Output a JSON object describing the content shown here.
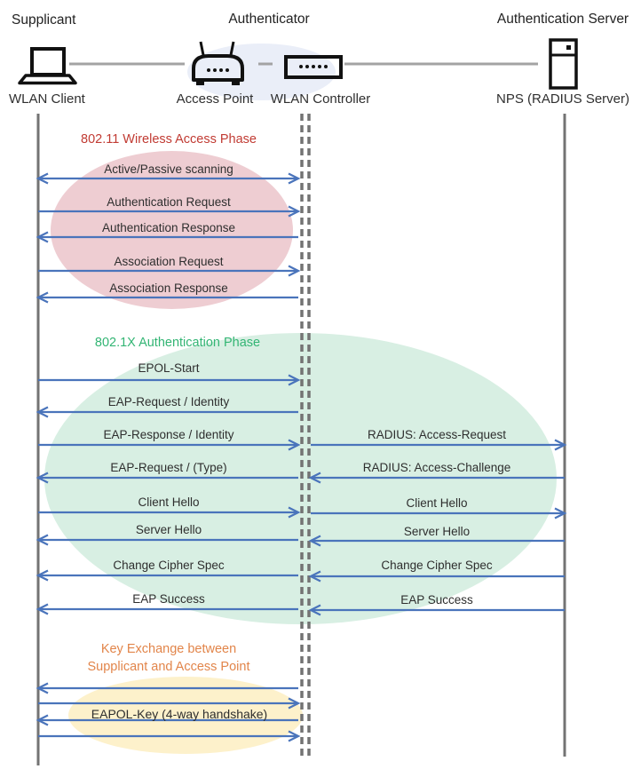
{
  "actors": {
    "supplicant": {
      "role": "Supplicant",
      "device": "WLAN Client"
    },
    "authenticator": {
      "role": "Authenticator",
      "access_point": "Access Point",
      "controller": "WLAN Controller"
    },
    "auth_server": {
      "role": "Authentication Server",
      "device": "NPS (RADIUS Server)"
    }
  },
  "phases": [
    {
      "title": "802.11 Wireless Access Phase",
      "color": "#c13b33",
      "ellipse_fill": "#eecdd2"
    },
    {
      "title": "802.1X Authentication Phase",
      "color": "#33b574",
      "ellipse_fill": "#d8efe3"
    },
    {
      "title_line1": "Key Exchange between",
      "title_line2": "Supplicant and Access Point",
      "color": "#e2854a",
      "ellipse_fill": "#fdf1cb"
    }
  ],
  "messages": {
    "phase1": [
      {
        "label": "Active/Passive scanning",
        "direction": "both",
        "between": "WLAN Client and WLAN Controller"
      },
      {
        "label": "Authentication Request",
        "direction": "right",
        "between": "WLAN Client to WLAN Controller"
      },
      {
        "label": "Authentication Response",
        "direction": "left",
        "between": "WLAN Controller to WLAN Client"
      },
      {
        "label": "Association Request",
        "direction": "right",
        "between": "WLAN Client to WLAN Controller"
      },
      {
        "label": "Association Response",
        "direction": "left",
        "between": "WLAN Controller to WLAN Client"
      }
    ],
    "phase2_left": [
      {
        "label": "EPOL-Start",
        "direction": "right"
      },
      {
        "label": "EAP-Request / Identity",
        "direction": "left"
      },
      {
        "label": "EAP-Response / Identity",
        "direction": "right"
      },
      {
        "label": "EAP-Request / (Type)",
        "direction": "left"
      },
      {
        "label": "Client Hello",
        "direction": "right"
      },
      {
        "label": "Server Hello",
        "direction": "left"
      },
      {
        "label": "Change Cipher Spec",
        "direction": "left"
      },
      {
        "label": "EAP Success",
        "direction": "left"
      }
    ],
    "phase2_right": [
      {
        "label": "RADIUS: Access-Request",
        "direction": "right"
      },
      {
        "label": "RADIUS: Access-Challenge",
        "direction": "left"
      },
      {
        "label": "Client Hello",
        "direction": "right"
      },
      {
        "label": "Server Hello",
        "direction": "left"
      },
      {
        "label": "Change Cipher Spec",
        "direction": "left"
      },
      {
        "label": "EAP Success",
        "direction": "left"
      }
    ],
    "phase3": [
      {
        "label": "",
        "direction": "left"
      },
      {
        "label": "",
        "direction": "right"
      },
      {
        "label": "EAPOL-Key (4-way handshake)",
        "direction": "left"
      },
      {
        "label": "",
        "direction": "right"
      }
    ]
  },
  "colors": {
    "arrow_blue": "#4a74bb",
    "lifeline_gray": "#737373",
    "connector_gray": "#a3a3a3",
    "icon_black": "#111111",
    "phase1_fill": "#eecdd2",
    "phase2_fill": "#d8efe3",
    "phase3_fill": "#fdf1cb",
    "header_fill": "#eaeef8",
    "message_text": "#2e2e2e"
  }
}
